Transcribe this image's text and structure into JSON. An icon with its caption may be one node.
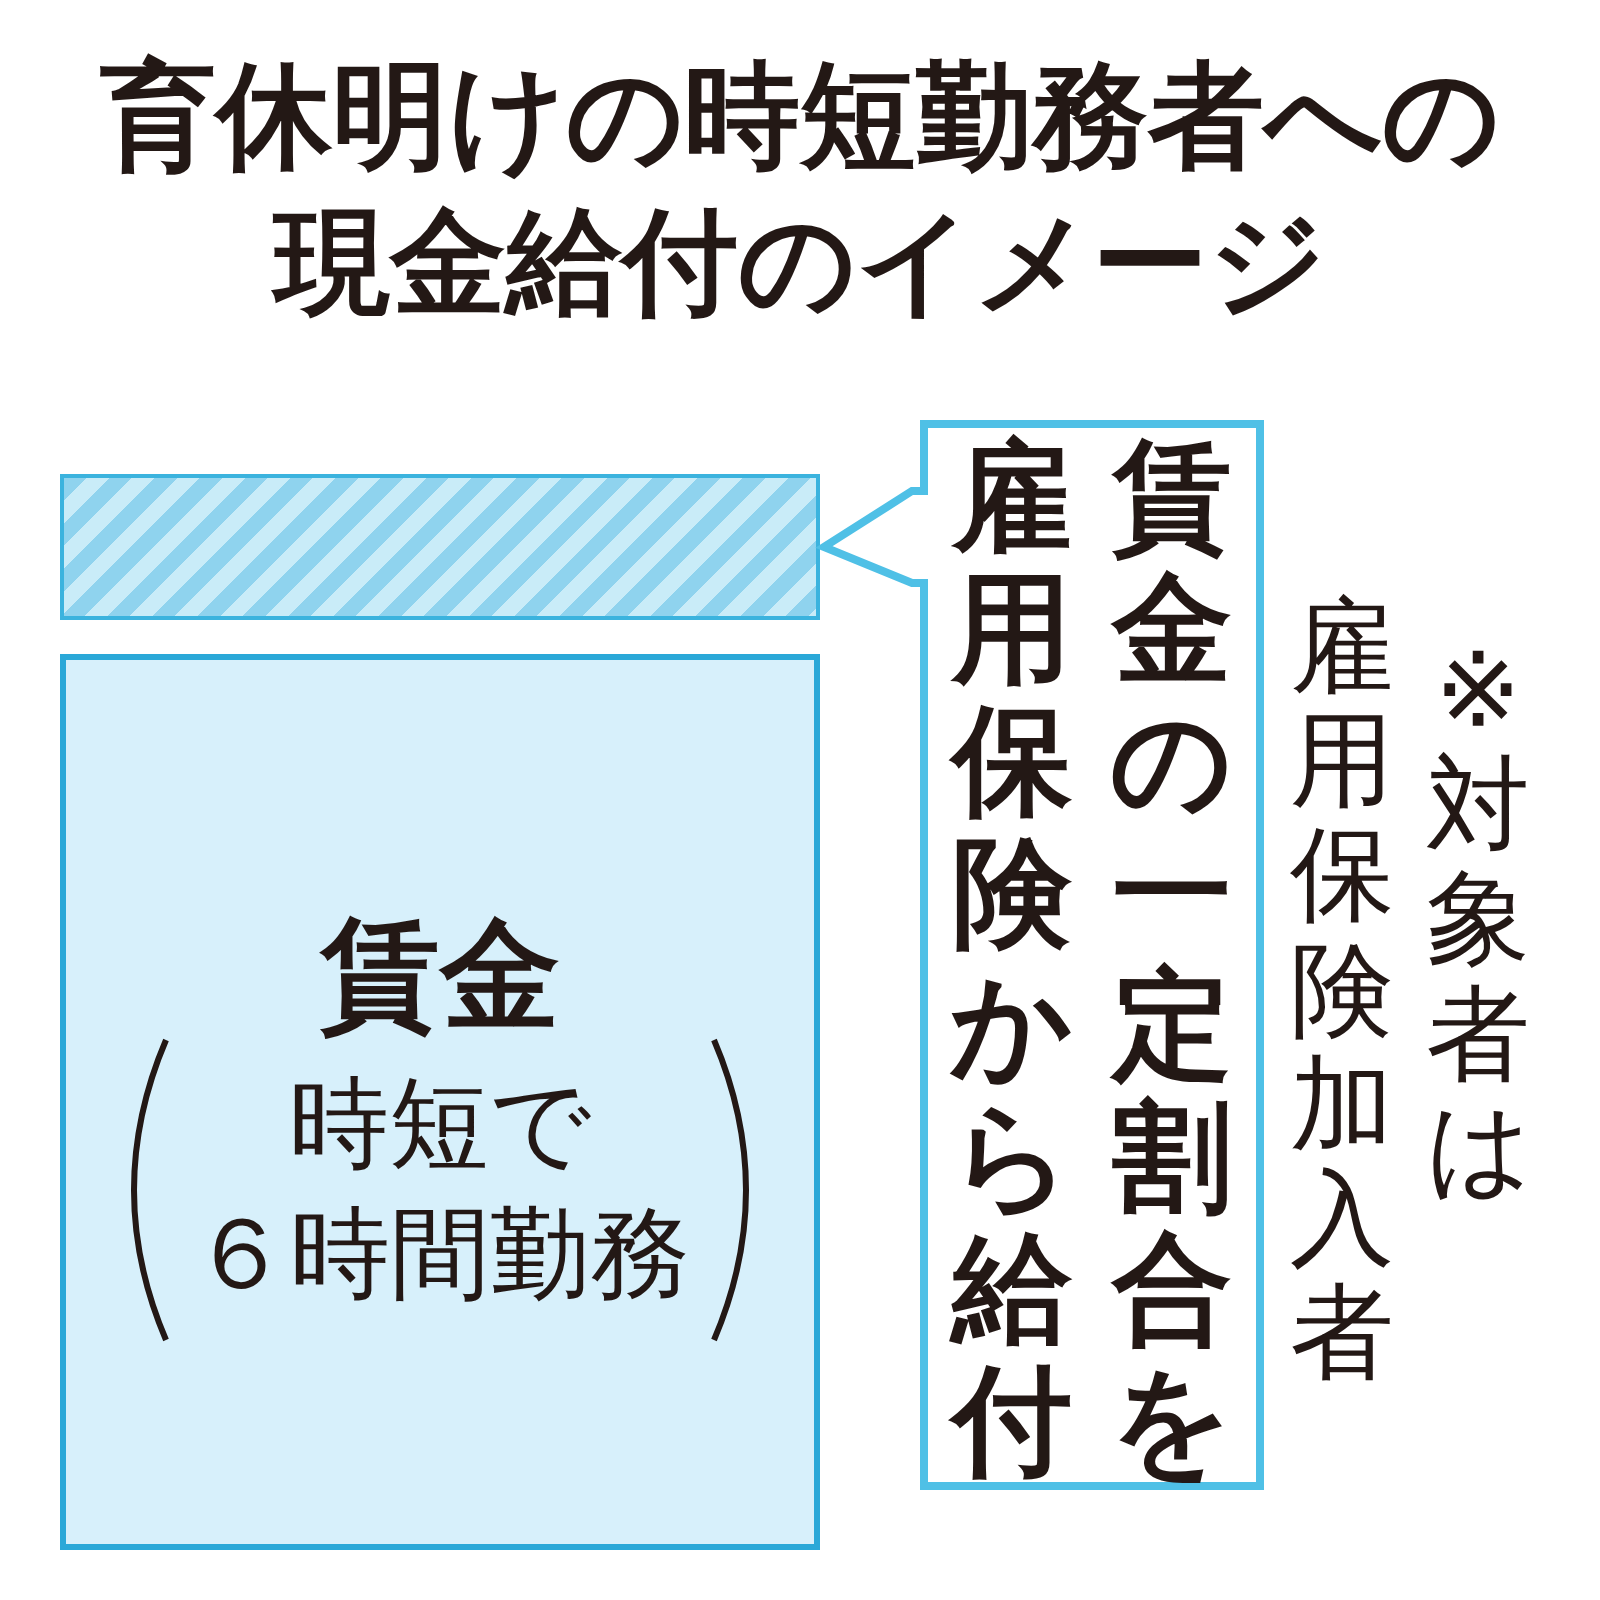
{
  "diagram": {
    "title": "育休明けの時短勤務者への現金給付のイメージ",
    "nodes": [
      {
        "text": [],
        "shape": "bar"
      },
      {
        "text": [
          "賃金の一定割合を雇用保険から給付"
        ]
      },
      {
        "text": [
          "賃金",
          "時短で",
          "６時間勤務"
        ]
      }
    ],
    "edges": [
      {
        "from": 1,
        "to": 0,
        "arrow": "to"
      }
    ],
    "labels": [
      "※対象者は",
      "雇用保険加入者"
    ]
  }
}
